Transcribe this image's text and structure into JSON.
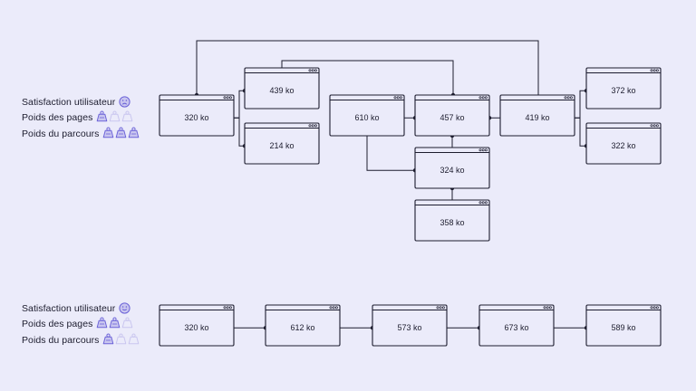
{
  "theme": {
    "background": "#ebebfa",
    "ink": "#1c1c2e",
    "accent": "#6c63d8",
    "accent_light": "#c9c6ef"
  },
  "journeys": [
    {
      "legend": {
        "satisfaction_label": "Satisfaction utilisateur",
        "satisfaction_icon": "sad-face-icon",
        "pages_label": "Poids des pages",
        "pages_weight_level": 1,
        "pages_weight_max": 3,
        "journey_label": "Poids du parcours",
        "journey_weight_level": 3,
        "journey_weight_max": 3
      },
      "pages": [
        {
          "id": "a",
          "label": "320 ko"
        },
        {
          "id": "b",
          "label": "439 ko"
        },
        {
          "id": "c",
          "label": "214 ko"
        },
        {
          "id": "d",
          "label": "610 ko"
        },
        {
          "id": "e",
          "label": "457 ko"
        },
        {
          "id": "f",
          "label": "324 ko"
        },
        {
          "id": "g",
          "label": "358 ko"
        },
        {
          "id": "h",
          "label": "419 ko"
        },
        {
          "id": "i",
          "label": "372 ko"
        },
        {
          "id": "j",
          "label": "322 ko"
        }
      ]
    },
    {
      "legend": {
        "satisfaction_label": "Satisfaction utilisateur",
        "satisfaction_icon": "happy-face-icon",
        "pages_label": "Poids des pages",
        "pages_weight_level": 2,
        "pages_weight_max": 3,
        "journey_label": "Poids du parcours",
        "journey_weight_level": 1,
        "journey_weight_max": 3
      },
      "pages": [
        {
          "id": "k",
          "label": "320 ko"
        },
        {
          "id": "l",
          "label": "612 ko"
        },
        {
          "id": "m",
          "label": "573 ko"
        },
        {
          "id": "n",
          "label": "673 ko"
        },
        {
          "id": "o",
          "label": "589 ko"
        }
      ]
    }
  ]
}
